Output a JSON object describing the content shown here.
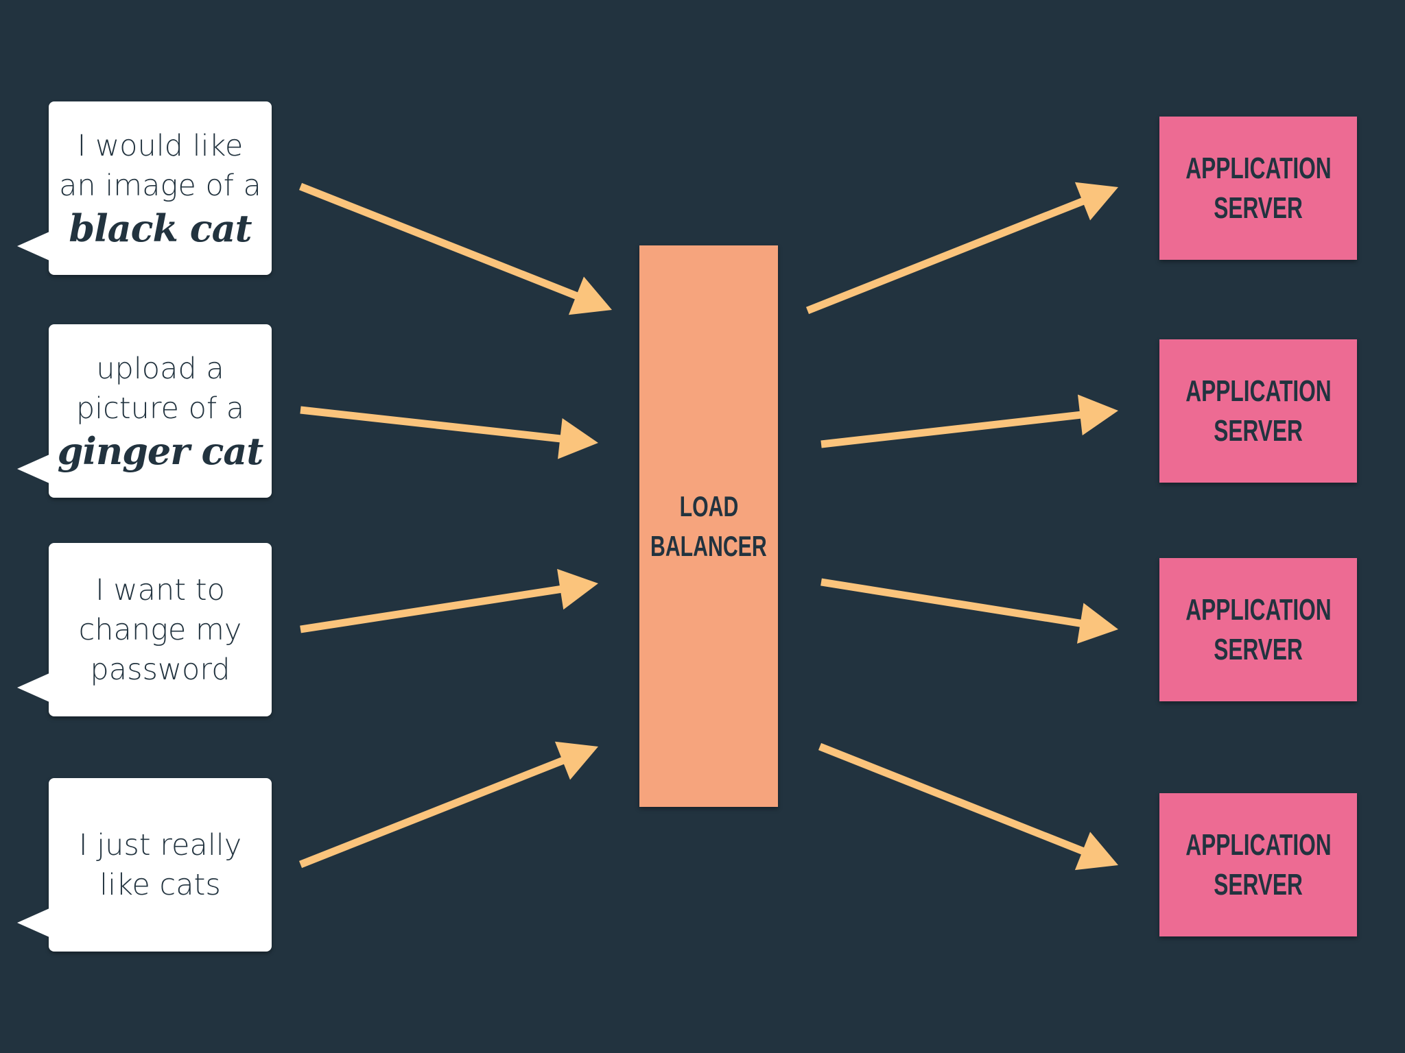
{
  "colors": {
    "background": "#22333f",
    "bubble": "#ffffff",
    "load_balancer": "#f6a47d",
    "server": "#ed6b93",
    "arrow": "#fbc47c",
    "text": "#22333f"
  },
  "requests": [
    {
      "lines": [
        "I would like",
        "an image of a"
      ],
      "emphasis": "black cat"
    },
    {
      "lines": [
        "upload a",
        "picture of a"
      ],
      "emphasis": "ginger cat"
    },
    {
      "lines": [
        "I want to",
        "change my",
        "password"
      ],
      "emphasis": ""
    },
    {
      "lines": [
        "I just really",
        "like cats"
      ],
      "emphasis": ""
    }
  ],
  "load_balancer": {
    "lines": [
      "LOAD",
      "BALANCER"
    ]
  },
  "servers": [
    {
      "lines": [
        "APPLICATION",
        "SERVER"
      ]
    },
    {
      "lines": [
        "APPLICATION",
        "SERVER"
      ]
    },
    {
      "lines": [
        "APPLICATION",
        "SERVER"
      ]
    },
    {
      "lines": [
        "APPLICATION",
        "SERVER"
      ]
    }
  ]
}
